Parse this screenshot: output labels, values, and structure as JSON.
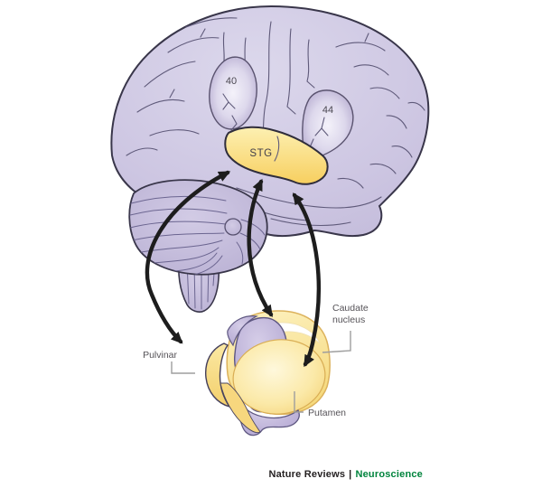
{
  "figure": {
    "type": "brain-anatomy-diagram",
    "cortical_labels": {
      "area_40": "40",
      "area_44": "44",
      "stg": "STG"
    },
    "subcortical_labels": {
      "pulvinar": "Pulvinar",
      "caudate_line1": "Caudate",
      "caudate_line2": "nucleus",
      "putamen": "Putamen"
    },
    "connections": [
      {
        "from": "STG",
        "to": "Pulvinar",
        "bidirectional": true
      },
      {
        "from": "STG",
        "to": "Caudate nucleus",
        "bidirectional": true
      },
      {
        "from": "STG",
        "to": "Putamen",
        "bidirectional": true
      }
    ],
    "caption": {
      "journal": "Nature Reviews",
      "separator": "|",
      "field": "Neuroscience"
    },
    "colors": {
      "cortex_fill": "#cdc6e2",
      "highlight_region_fill": "#efedf7",
      "stg_fill": "#f8d468",
      "basal_ganglia_yellow": "#f9e49c",
      "thalamus_purple": "#beb2d9",
      "arrow_black": "#1d1d1d",
      "nature_green": "#00843d",
      "label_gray": "#565358",
      "connector_gray": "#9e9e9e"
    }
  }
}
